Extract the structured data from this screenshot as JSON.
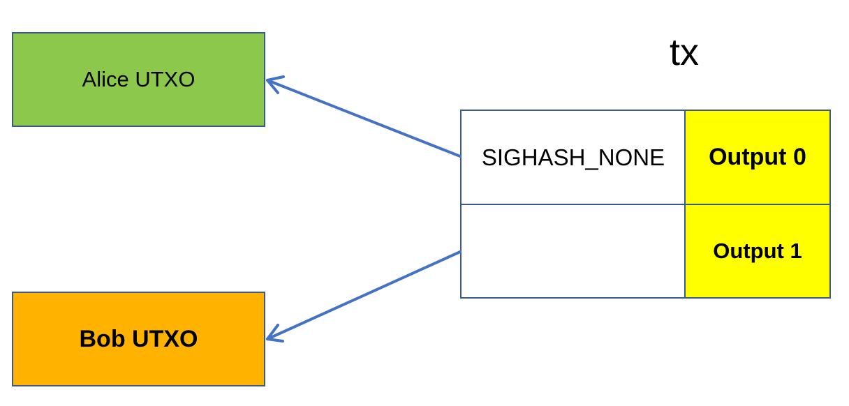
{
  "utxos": {
    "alice": {
      "label": "Alice UTXO",
      "color": "#8cc84b"
    },
    "bob": {
      "label": "Bob UTXO",
      "color": "#ffb300"
    }
  },
  "tx": {
    "title": "tx",
    "inputs": [
      {
        "label": "SIGHASH_NONE"
      },
      {
        "label": ""
      }
    ],
    "outputs": [
      {
        "label": "Output 0"
      },
      {
        "label": "Output 1"
      }
    ],
    "output_color": "#ffff00"
  },
  "colors": {
    "arrow": "#4472c4",
    "border": "#3a5a8a"
  }
}
